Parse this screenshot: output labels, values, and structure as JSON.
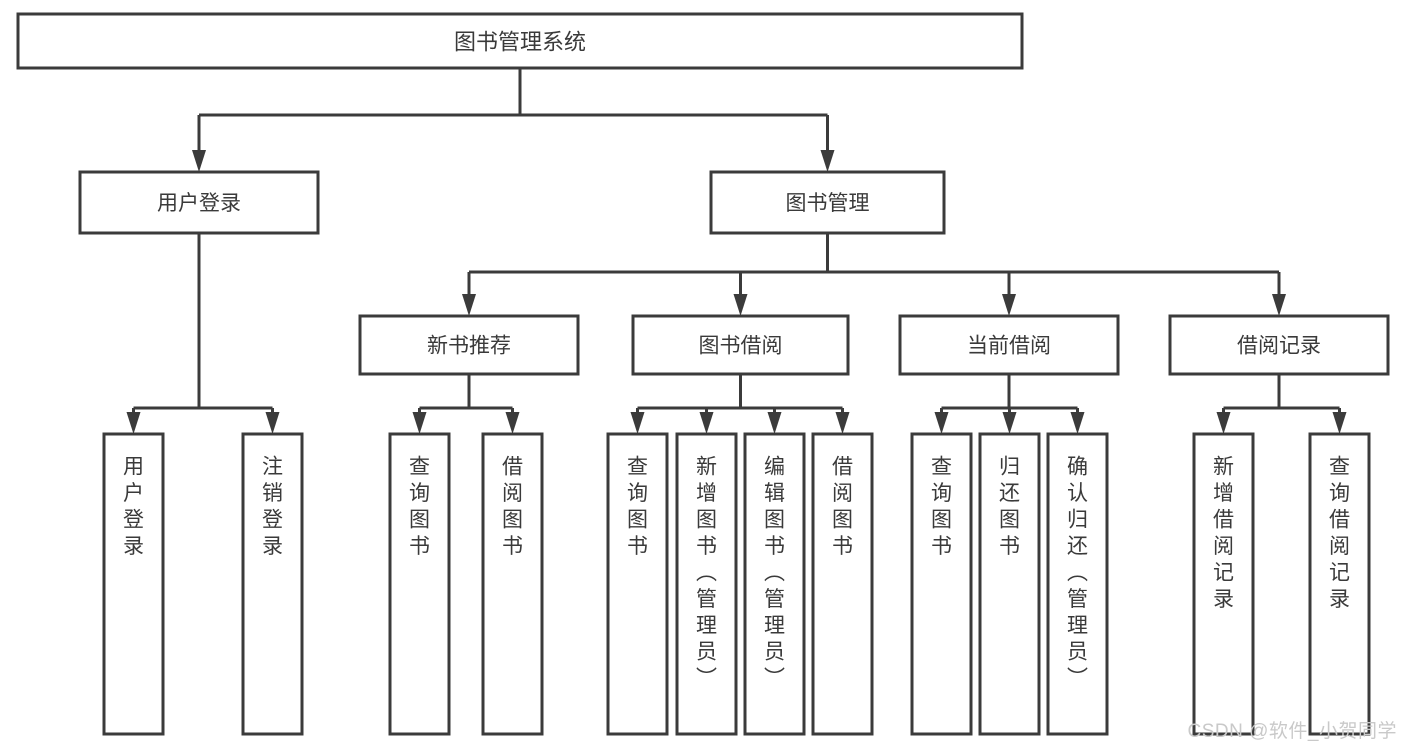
{
  "diagram": {
    "title": "图书管理系统",
    "type": "tree-hierarchy-chart",
    "orientation": "top-down",
    "colors": {
      "stroke": "#3b3b3b",
      "fill": "#ffffff",
      "text": "#3a3a3a",
      "background": "#ffffff",
      "watermark": "#c9c9c9"
    },
    "nodes": {
      "root": {
        "label": "图书管理系统",
        "level": 0,
        "orientation": "horizontal"
      },
      "n_user_login": {
        "label": "用户登录",
        "level": 1,
        "orientation": "horizontal"
      },
      "n_book_mgmt": {
        "label": "图书管理",
        "level": 1,
        "orientation": "horizontal"
      },
      "n_new_book": {
        "label": "新书推荐",
        "level": 2,
        "orientation": "horizontal"
      },
      "n_book_borrow": {
        "label": "图书借阅",
        "level": 2,
        "orientation": "horizontal"
      },
      "n_current_borrow": {
        "label": "当前借阅",
        "level": 2,
        "orientation": "horizontal"
      },
      "n_borrow_record": {
        "label": "借阅记录",
        "level": 2,
        "orientation": "horizontal"
      },
      "leaf_user_login": {
        "label": "用户登录",
        "level": 2,
        "orientation": "vertical"
      },
      "leaf_logout": {
        "label": "注销登录",
        "level": 2,
        "orientation": "vertical"
      },
      "leaf_query_book_1": {
        "label": "查询图书",
        "level": 3,
        "orientation": "vertical"
      },
      "leaf_borrow_book_1": {
        "label": "借阅图书",
        "level": 3,
        "orientation": "vertical"
      },
      "leaf_query_book_2": {
        "label": "查询图书",
        "level": 3,
        "orientation": "vertical"
      },
      "leaf_add_book": {
        "label": "新增图书（管理员）",
        "level": 3,
        "orientation": "vertical"
      },
      "leaf_edit_book": {
        "label": "编辑图书（管理员）",
        "level": 3,
        "orientation": "vertical"
      },
      "leaf_borrow_book_2": {
        "label": "借阅图书",
        "level": 3,
        "orientation": "vertical"
      },
      "leaf_query_book_3": {
        "label": "查询图书",
        "level": 3,
        "orientation": "vertical"
      },
      "leaf_return_book": {
        "label": "归还图书",
        "level": 3,
        "orientation": "vertical"
      },
      "leaf_confirm_return": {
        "label": "确认归还（管理员）",
        "level": 3,
        "orientation": "vertical"
      },
      "leaf_add_record": {
        "label": "新增借阅记录",
        "level": 3,
        "orientation": "vertical"
      },
      "leaf_query_record": {
        "label": "查询借阅记录",
        "level": 3,
        "orientation": "vertical"
      }
    },
    "edges": [
      {
        "from": "root",
        "to": "n_user_login"
      },
      {
        "from": "root",
        "to": "n_book_mgmt"
      },
      {
        "from": "n_user_login",
        "to": "leaf_user_login"
      },
      {
        "from": "n_user_login",
        "to": "leaf_logout"
      },
      {
        "from": "n_book_mgmt",
        "to": "n_new_book"
      },
      {
        "from": "n_book_mgmt",
        "to": "n_book_borrow"
      },
      {
        "from": "n_book_mgmt",
        "to": "n_current_borrow"
      },
      {
        "from": "n_book_mgmt",
        "to": "n_borrow_record"
      },
      {
        "from": "n_new_book",
        "to": "leaf_query_book_1"
      },
      {
        "from": "n_new_book",
        "to": "leaf_borrow_book_1"
      },
      {
        "from": "n_book_borrow",
        "to": "leaf_query_book_2"
      },
      {
        "from": "n_book_borrow",
        "to": "leaf_add_book"
      },
      {
        "from": "n_book_borrow",
        "to": "leaf_edit_book"
      },
      {
        "from": "n_book_borrow",
        "to": "leaf_borrow_book_2"
      },
      {
        "from": "n_current_borrow",
        "to": "leaf_query_book_3"
      },
      {
        "from": "n_current_borrow",
        "to": "leaf_return_book"
      },
      {
        "from": "n_current_borrow",
        "to": "leaf_confirm_return"
      },
      {
        "from": "n_borrow_record",
        "to": "leaf_add_record"
      },
      {
        "from": "n_borrow_record",
        "to": "leaf_query_record"
      }
    ]
  },
  "watermark": {
    "text": "CSDN @软件_小贺同学"
  }
}
